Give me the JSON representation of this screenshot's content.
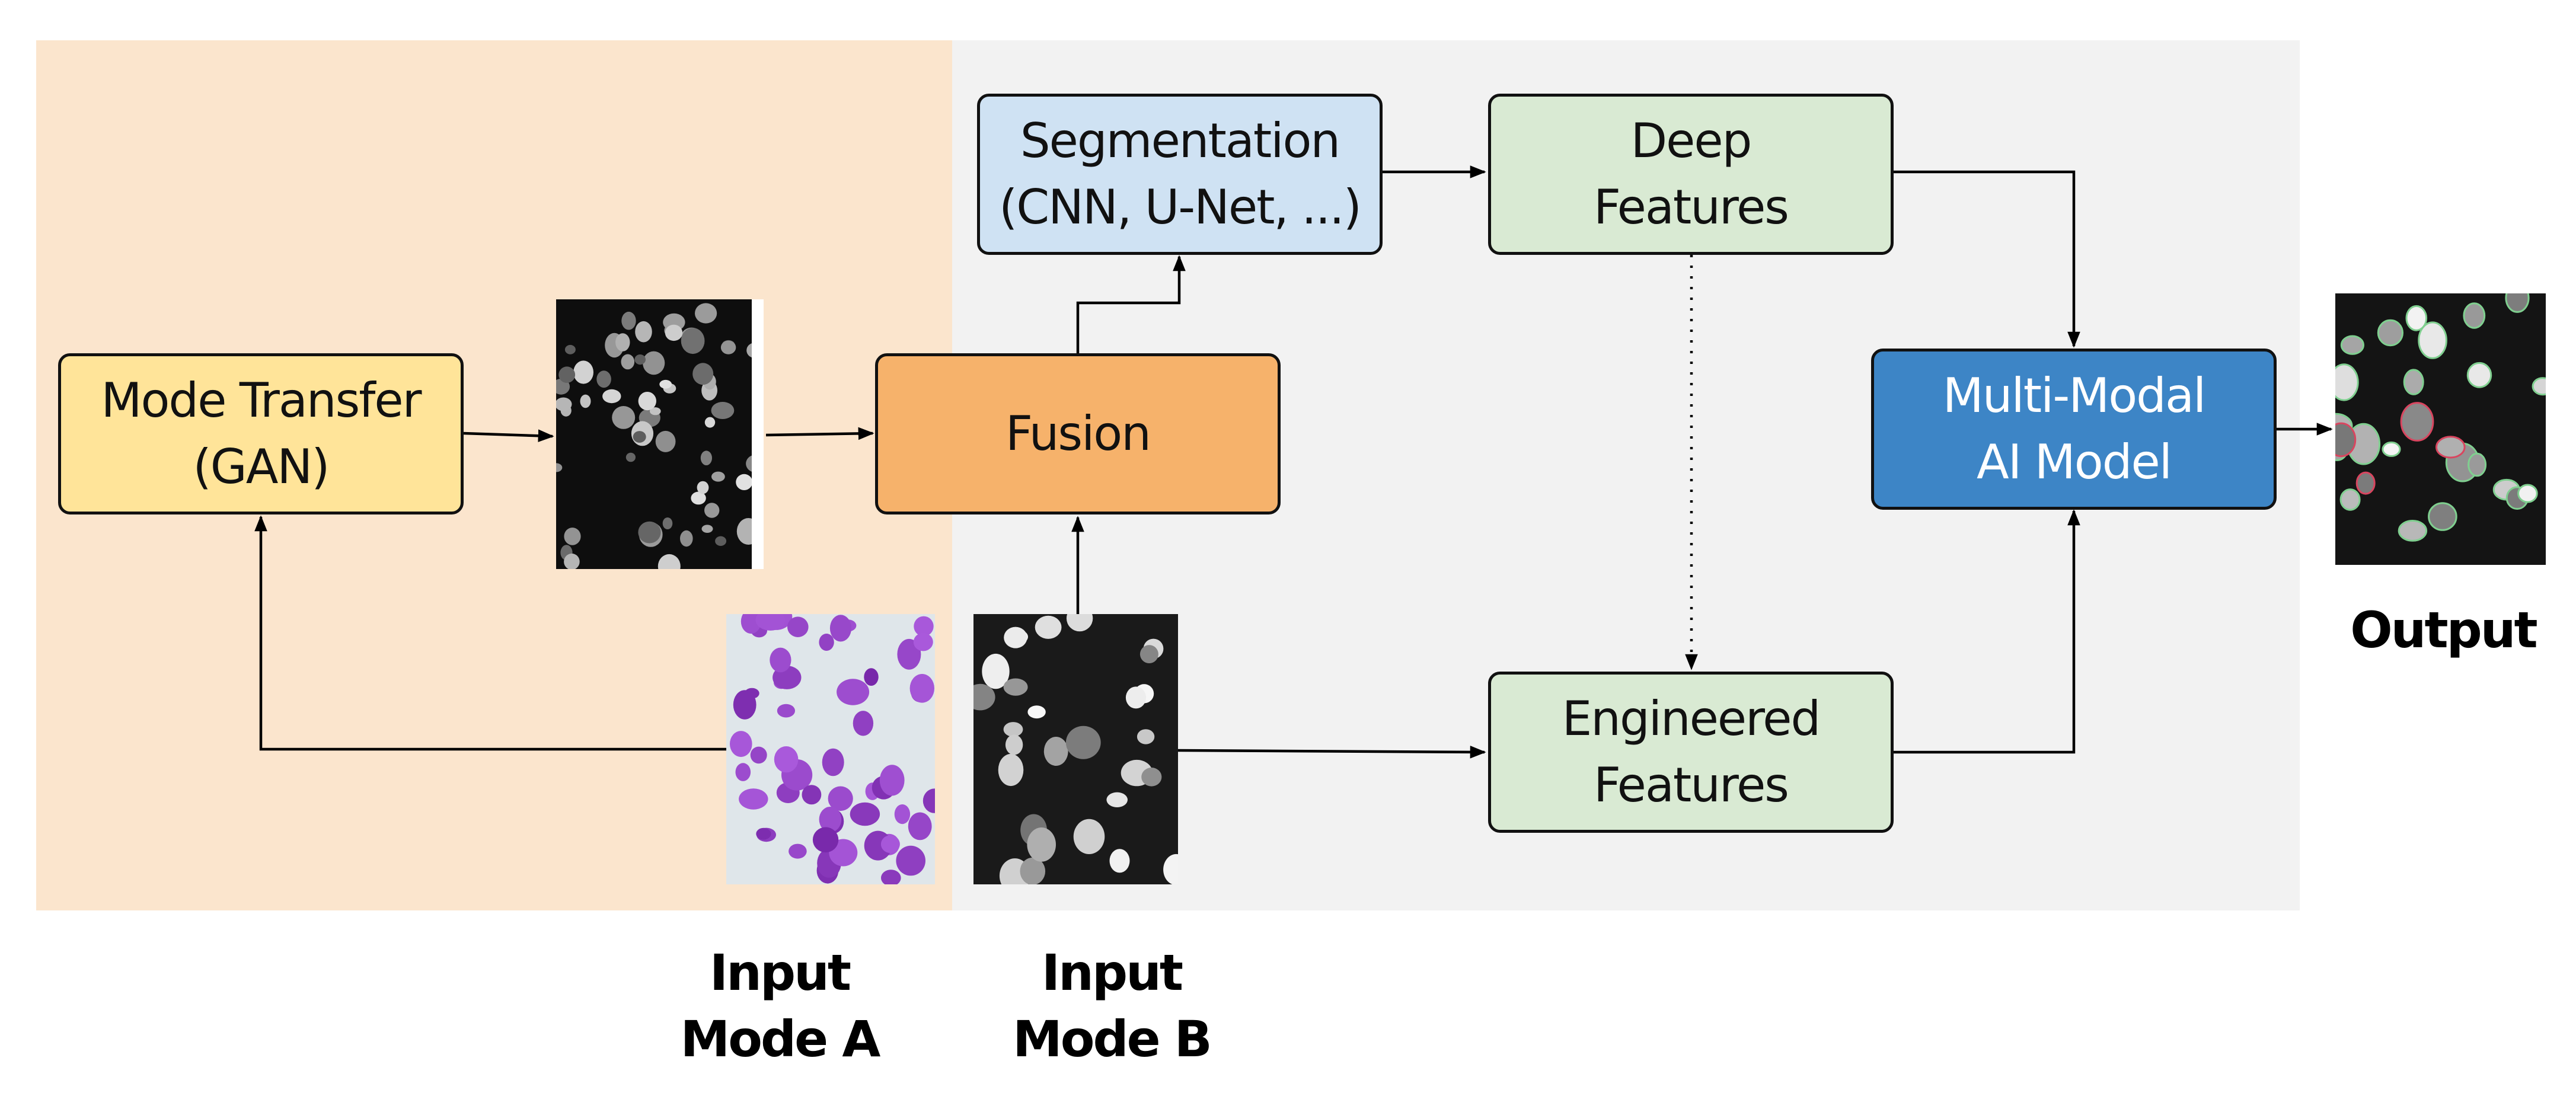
{
  "colors": {
    "left_panel": "#fbe5cd",
    "right_panel": "#f2f2f2",
    "mode_transfer": "#ffe499",
    "fusion": "#f6b26b",
    "segmentation": "#cfe2f3",
    "features": "#d9ead3",
    "model": "#3d85c6",
    "arrow": "#000000"
  },
  "boxes": {
    "mode_transfer": {
      "line1": "Mode Transfer",
      "line2": "(GAN)"
    },
    "fusion": {
      "line1": "Fusion"
    },
    "segmentation": {
      "line1": "Segmentation",
      "line2": "(CNN, U-Net, ...)"
    },
    "deep_features": {
      "line1": "Deep",
      "line2": "Features"
    },
    "engineered_features": {
      "line1": "Engineered",
      "line2": "Features"
    },
    "model": {
      "line1": "Multi-Modal",
      "line2": "AI Model"
    }
  },
  "captions": {
    "input_a": {
      "line1": "Input",
      "line2": "Mode A"
    },
    "input_b": {
      "line1": "Input",
      "line2": "Mode B"
    },
    "output": {
      "line1": "Output"
    }
  },
  "images": {
    "translated": "grayscale-nuclei-micrograph",
    "input_a": "purple-stained-cells-micrograph",
    "input_b": "fluorescent-nuclei-micrograph",
    "output": "segmented-nuclei-micrograph"
  }
}
